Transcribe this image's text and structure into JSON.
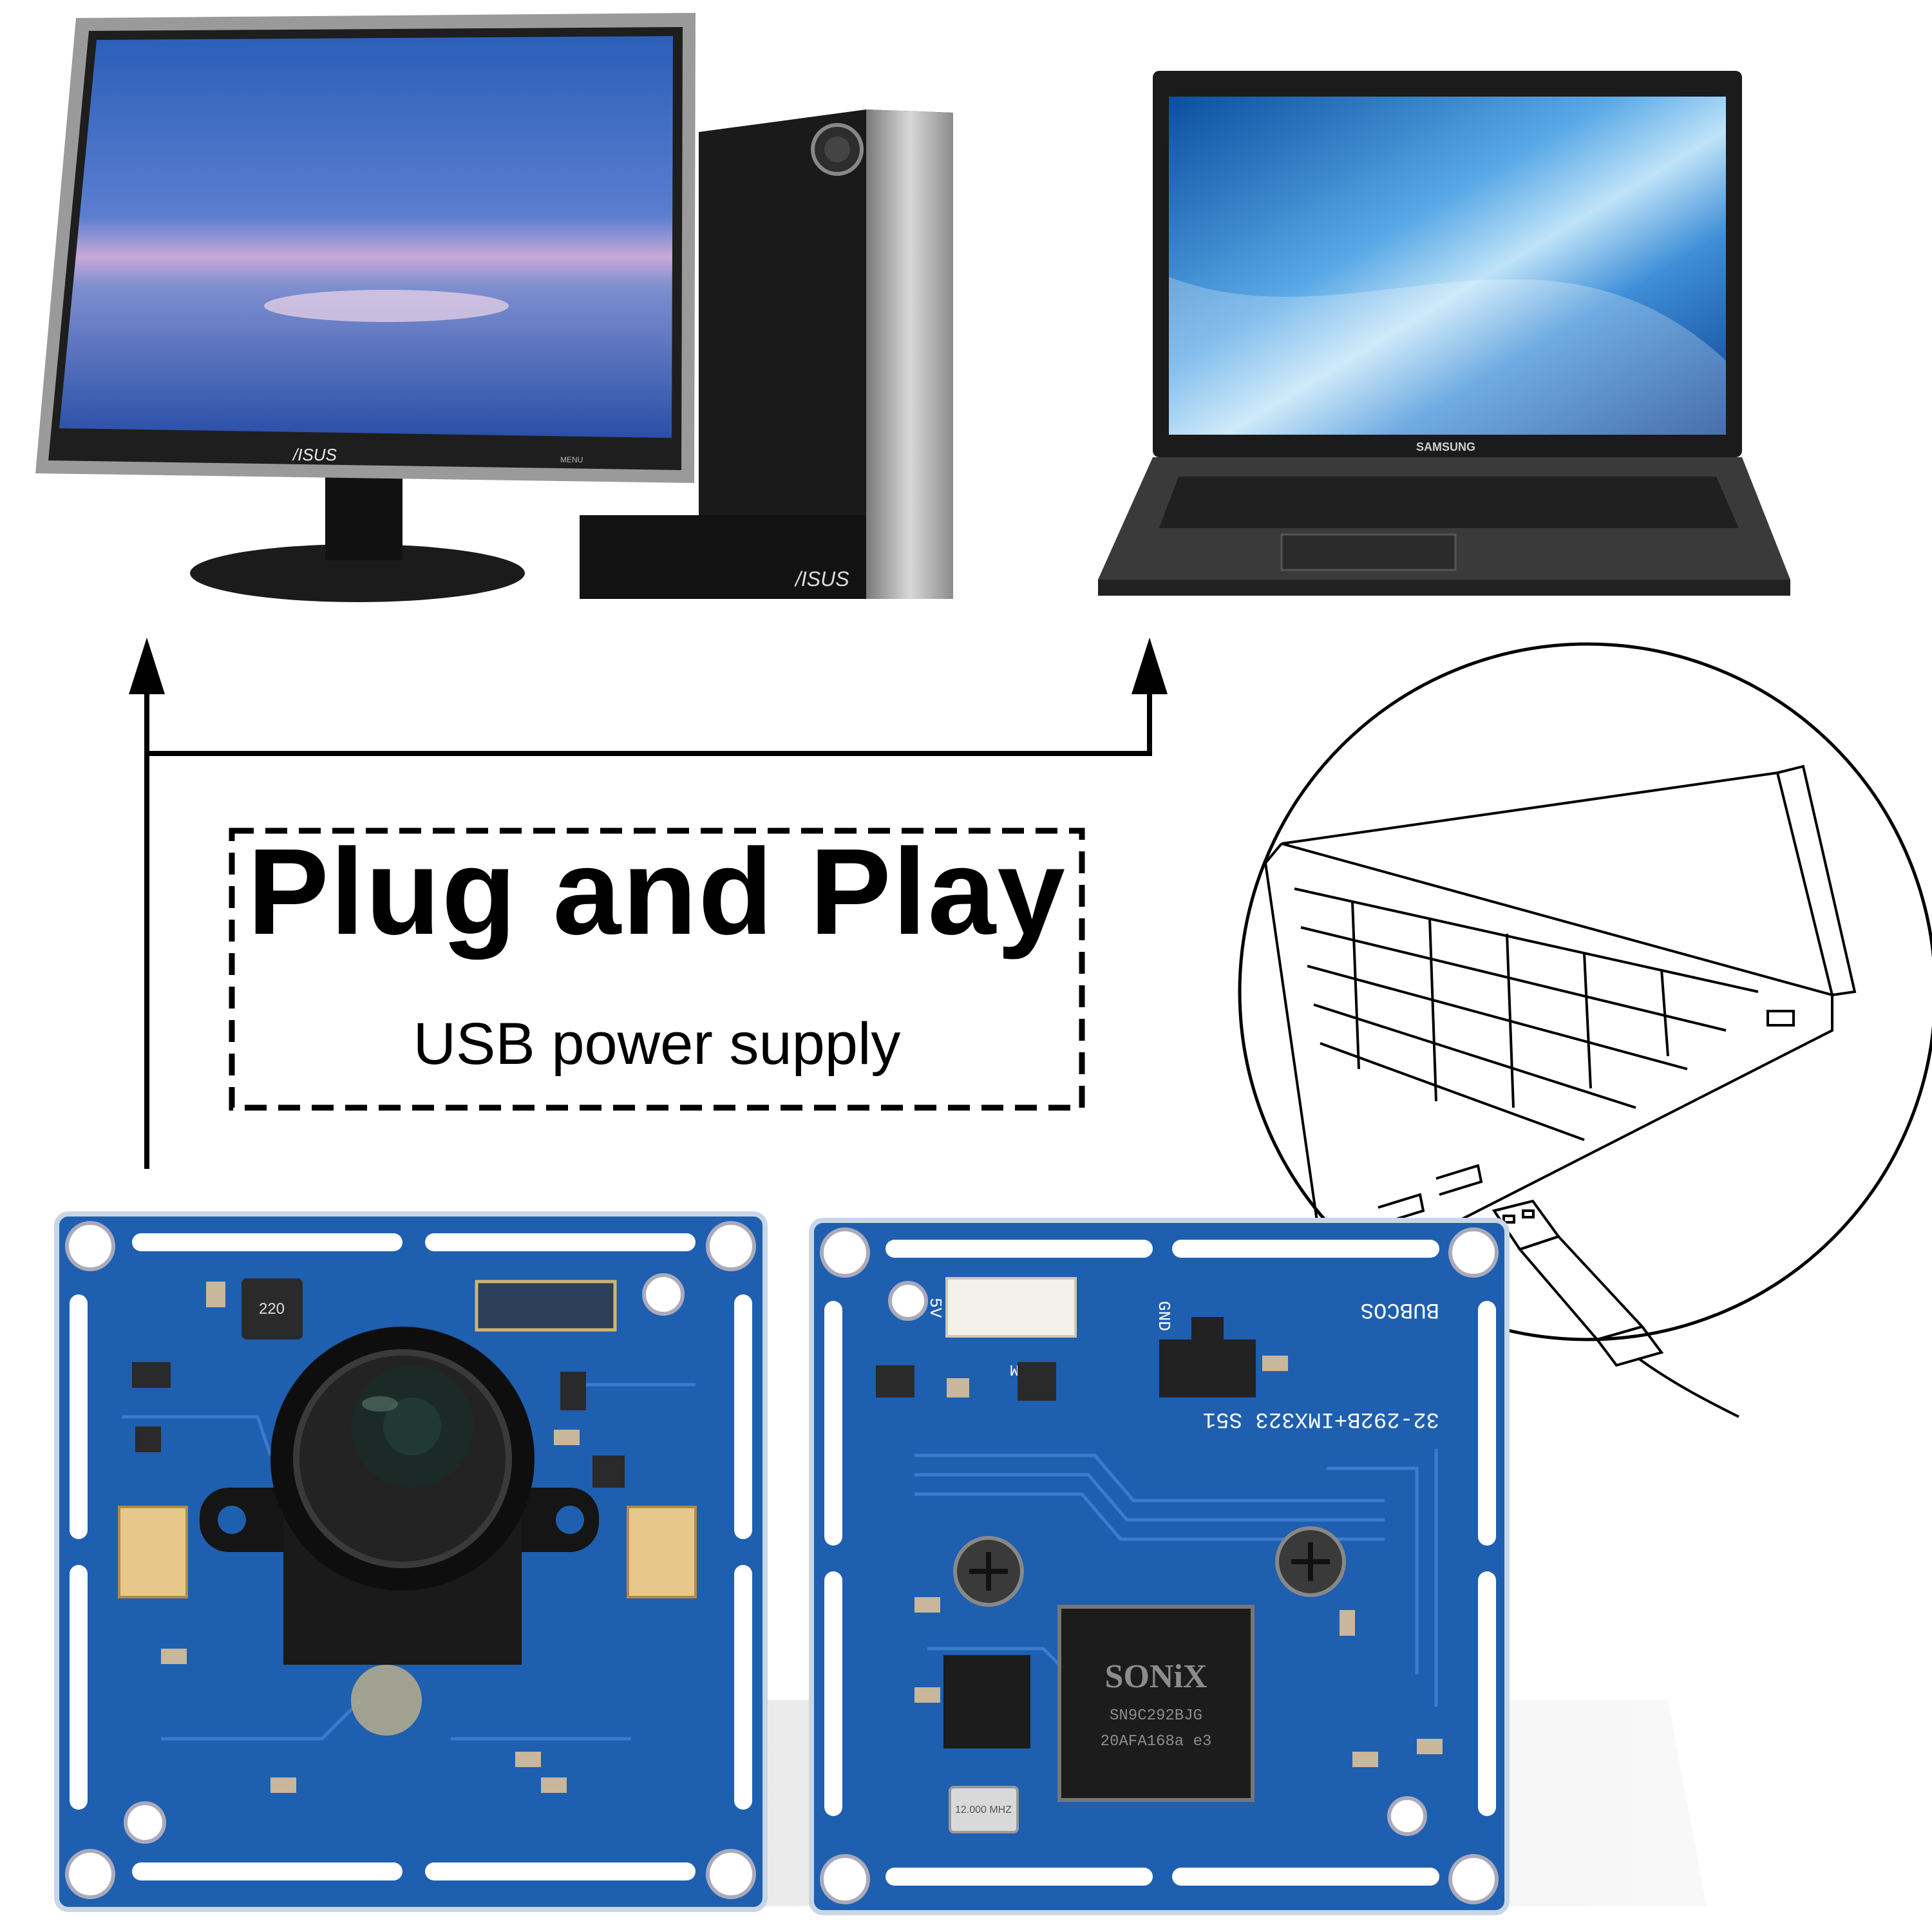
{
  "headline": "Plug and Play",
  "subheadline": "USB power supply",
  "desktop": {
    "monitor_brand": "/ISUS",
    "tower_brand": "/ISUS",
    "monitor_button_label": "MENU"
  },
  "laptop": {
    "brand": "SAMSUNG"
  },
  "board_back": {
    "silk_model": "32-292B+IMX323 S51",
    "silk_brand": "BUBCOS",
    "silk_gnd": "GND",
    "silk_dp_dm": "DP DM",
    "silk_5v": "5V",
    "chip_brand": "SONiX",
    "chip_part": "SN9C292BJG",
    "chip_code": "20AFA168a e3",
    "crystal_label": "12.000 MHZ"
  },
  "board_front": {
    "inductor_label": "220"
  },
  "colors": {
    "pcb_blue": "#1e5fb0",
    "accent_black": "#000000",
    "screen_blue": "#1d5fb8"
  },
  "icons": [
    "desktop-computer-icon",
    "laptop-icon",
    "usb-plug-icon",
    "arrow-up-icon"
  ]
}
